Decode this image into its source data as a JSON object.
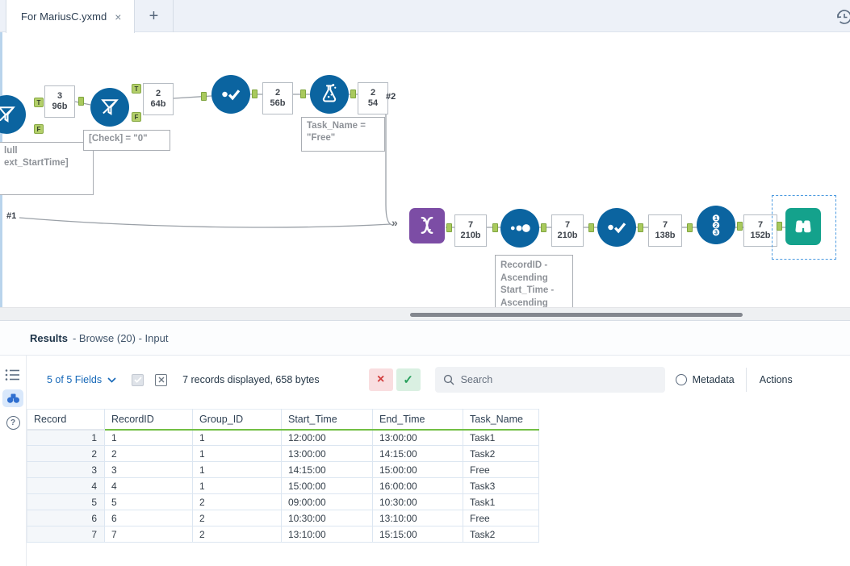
{
  "tab_bar": {
    "active_tab_label": "For MariusC.yxmd",
    "close_label": "×",
    "new_tab_label": "+"
  },
  "canvas": {
    "connection_labels": {
      "output1": "#1",
      "output2": "#2"
    },
    "anchor_labels": {
      "true": "T",
      "false": "F"
    },
    "merge_symbol": "»",
    "badges": [
      {
        "records": "3",
        "size": "96b"
      },
      {
        "records": "2",
        "size": "64b"
      },
      {
        "records": "2",
        "size": "56b"
      },
      {
        "records": "2",
        "size": "54"
      },
      {
        "records": "7",
        "size": "210b"
      },
      {
        "records": "7",
        "size": "210b"
      },
      {
        "records": "7",
        "size": "138b"
      },
      {
        "records": "7",
        "size": "152b"
      }
    ],
    "annotations": {
      "clipped_left_line1": "lull",
      "clipped_left_line2": "ext_StartTime]",
      "check": "[Check] = \"0\"",
      "task_name_line1": "Task_Name =",
      "task_name_line2": "\"Free\"",
      "sort_line1": "RecordID -",
      "sort_line2": "Ascending",
      "sort_line3": "Start_Time -",
      "sort_line4": "Ascending"
    }
  },
  "results": {
    "panel_title": "Results",
    "panel_subtitle": "- Browse (20) - Input",
    "help_icon": "?",
    "toolbar": {
      "fields_summary": "5 of 5 Fields",
      "records_summary": "7 records displayed, 658 bytes",
      "cancel_label": "×",
      "apply_label": "✓",
      "search_placeholder": "Search",
      "metadata_label": "Metadata",
      "actions_label": "Actions"
    },
    "table": {
      "columns": [
        "Record",
        "RecordID",
        "Group_ID",
        "Start_Time",
        "End_Time",
        "Task_Name"
      ],
      "rows": [
        [
          "1",
          "1",
          "1",
          "12:00:00",
          "13:00:00",
          "Task1"
        ],
        [
          "2",
          "2",
          "1",
          "13:00:00",
          "14:15:00",
          "Task2"
        ],
        [
          "3",
          "3",
          "1",
          "14:15:00",
          "15:00:00",
          "Free"
        ],
        [
          "4",
          "4",
          "1",
          "15:00:00",
          "16:00:00",
          "Task3"
        ],
        [
          "5",
          "5",
          "2",
          "09:00:00",
          "10:30:00",
          "Task1"
        ],
        [
          "6",
          "6",
          "2",
          "10:30:00",
          "13:10:00",
          "Free"
        ],
        [
          "7",
          "7",
          "2",
          "13:10:00",
          "15:15:00",
          "Task2"
        ]
      ]
    }
  },
  "colors": {
    "tool_blue": "#0b64a0",
    "union_purple": "#7c4da5",
    "browse_teal": "#14a28c",
    "anchor_green": "#a9c95d",
    "link_blue": "#1668b8",
    "grid_green": "#72bf44",
    "cancel_red": "#d23b3b",
    "apply_green": "#28a05c",
    "selection_blue": "#4d9be0"
  }
}
